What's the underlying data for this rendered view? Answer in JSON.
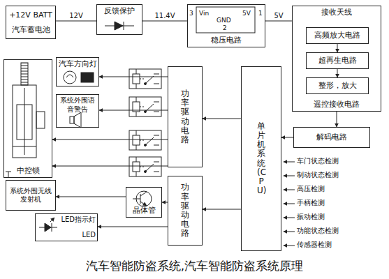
{
  "diagram": {
    "caption": "汽车智能防盗系统,汽车智能防盗系统原理",
    "nodes": [
      {
        "text": [
          "+12V BATT",
          "汽车蓄电池"
        ]
      },
      {
        "text": [
          "反馈保护"
        ]
      },
      {
        "text": [
          "稳压电路"
        ]
      },
      {
        "text": [
          "接收天线",
          "遥控接收电路"
        ]
      },
      {
        "text": [
          "高频放大电路"
        ],
        "in": 3
      },
      {
        "text": [
          "超再生电路"
        ],
        "in": 3
      },
      {
        "text": [
          "整形，放大"
        ],
        "in": 3
      },
      {
        "text": [
          "解码电路"
        ]
      },
      {
        "text": [
          "单片机系统(CPU)"
        ]
      },
      {
        "text": [
          "功率驱动电路"
        ]
      },
      {
        "text": [
          "功率驱动电路"
        ]
      },
      {
        "text": [
          "晶体管"
        ]
      },
      {
        "text": [
          "中控锁"
        ]
      },
      {
        "text": [
          "汽车方向灯"
        ]
      },
      {
        "text": [
          "系统外围语音警告"
        ]
      },
      {
        "text": [
          "系统外围无线发射机"
        ]
      },
      {
        "text": [
          "LED指示灯",
          "LED"
        ]
      }
    ],
    "edges": [
      {
        "from": 0,
        "to": 1,
        "arrow": "none",
        "label": "12V"
      },
      {
        "from": 1,
        "to": 2,
        "arrow": "none",
        "label": "11.4V"
      },
      {
        "from": 2,
        "to": 3,
        "arrow": "none",
        "label": "5V"
      },
      {
        "from": 4,
        "to": 5,
        "arrow": "to"
      },
      {
        "from": 5,
        "to": 6,
        "arrow": "to"
      },
      {
        "from": 3,
        "to": 7,
        "arrow": "to"
      },
      {
        "from": 7,
        "to": 8,
        "arrow": "to"
      },
      {
        "from": 8,
        "to": 9,
        "arrow": "to"
      },
      {
        "from": 8,
        "to": 10,
        "arrow": "to"
      },
      {
        "from": 9,
        "to": 13,
        "arrow": "to"
      },
      {
        "from": 9,
        "to": 14,
        "arrow": "to"
      },
      {
        "from": 9,
        "to": 12,
        "arrow": "to"
      },
      {
        "from": 9,
        "to": 12,
        "arrow": "to"
      },
      {
        "from": 10,
        "to": 11,
        "arrow": "to"
      },
      {
        "from": 11,
        "to": 15,
        "arrow": "to"
      },
      {
        "from": 10,
        "to": 16,
        "arrow": "to"
      }
    ],
    "labels": [
      "3",
      "Vin",
      "5V",
      "1",
      "GND",
      "2",
      "车门状态检测",
      "制动状态检测",
      "高压检测",
      "手柄检测",
      "振动检测",
      "功能状态检测",
      "传感器检测"
    ]
  }
}
